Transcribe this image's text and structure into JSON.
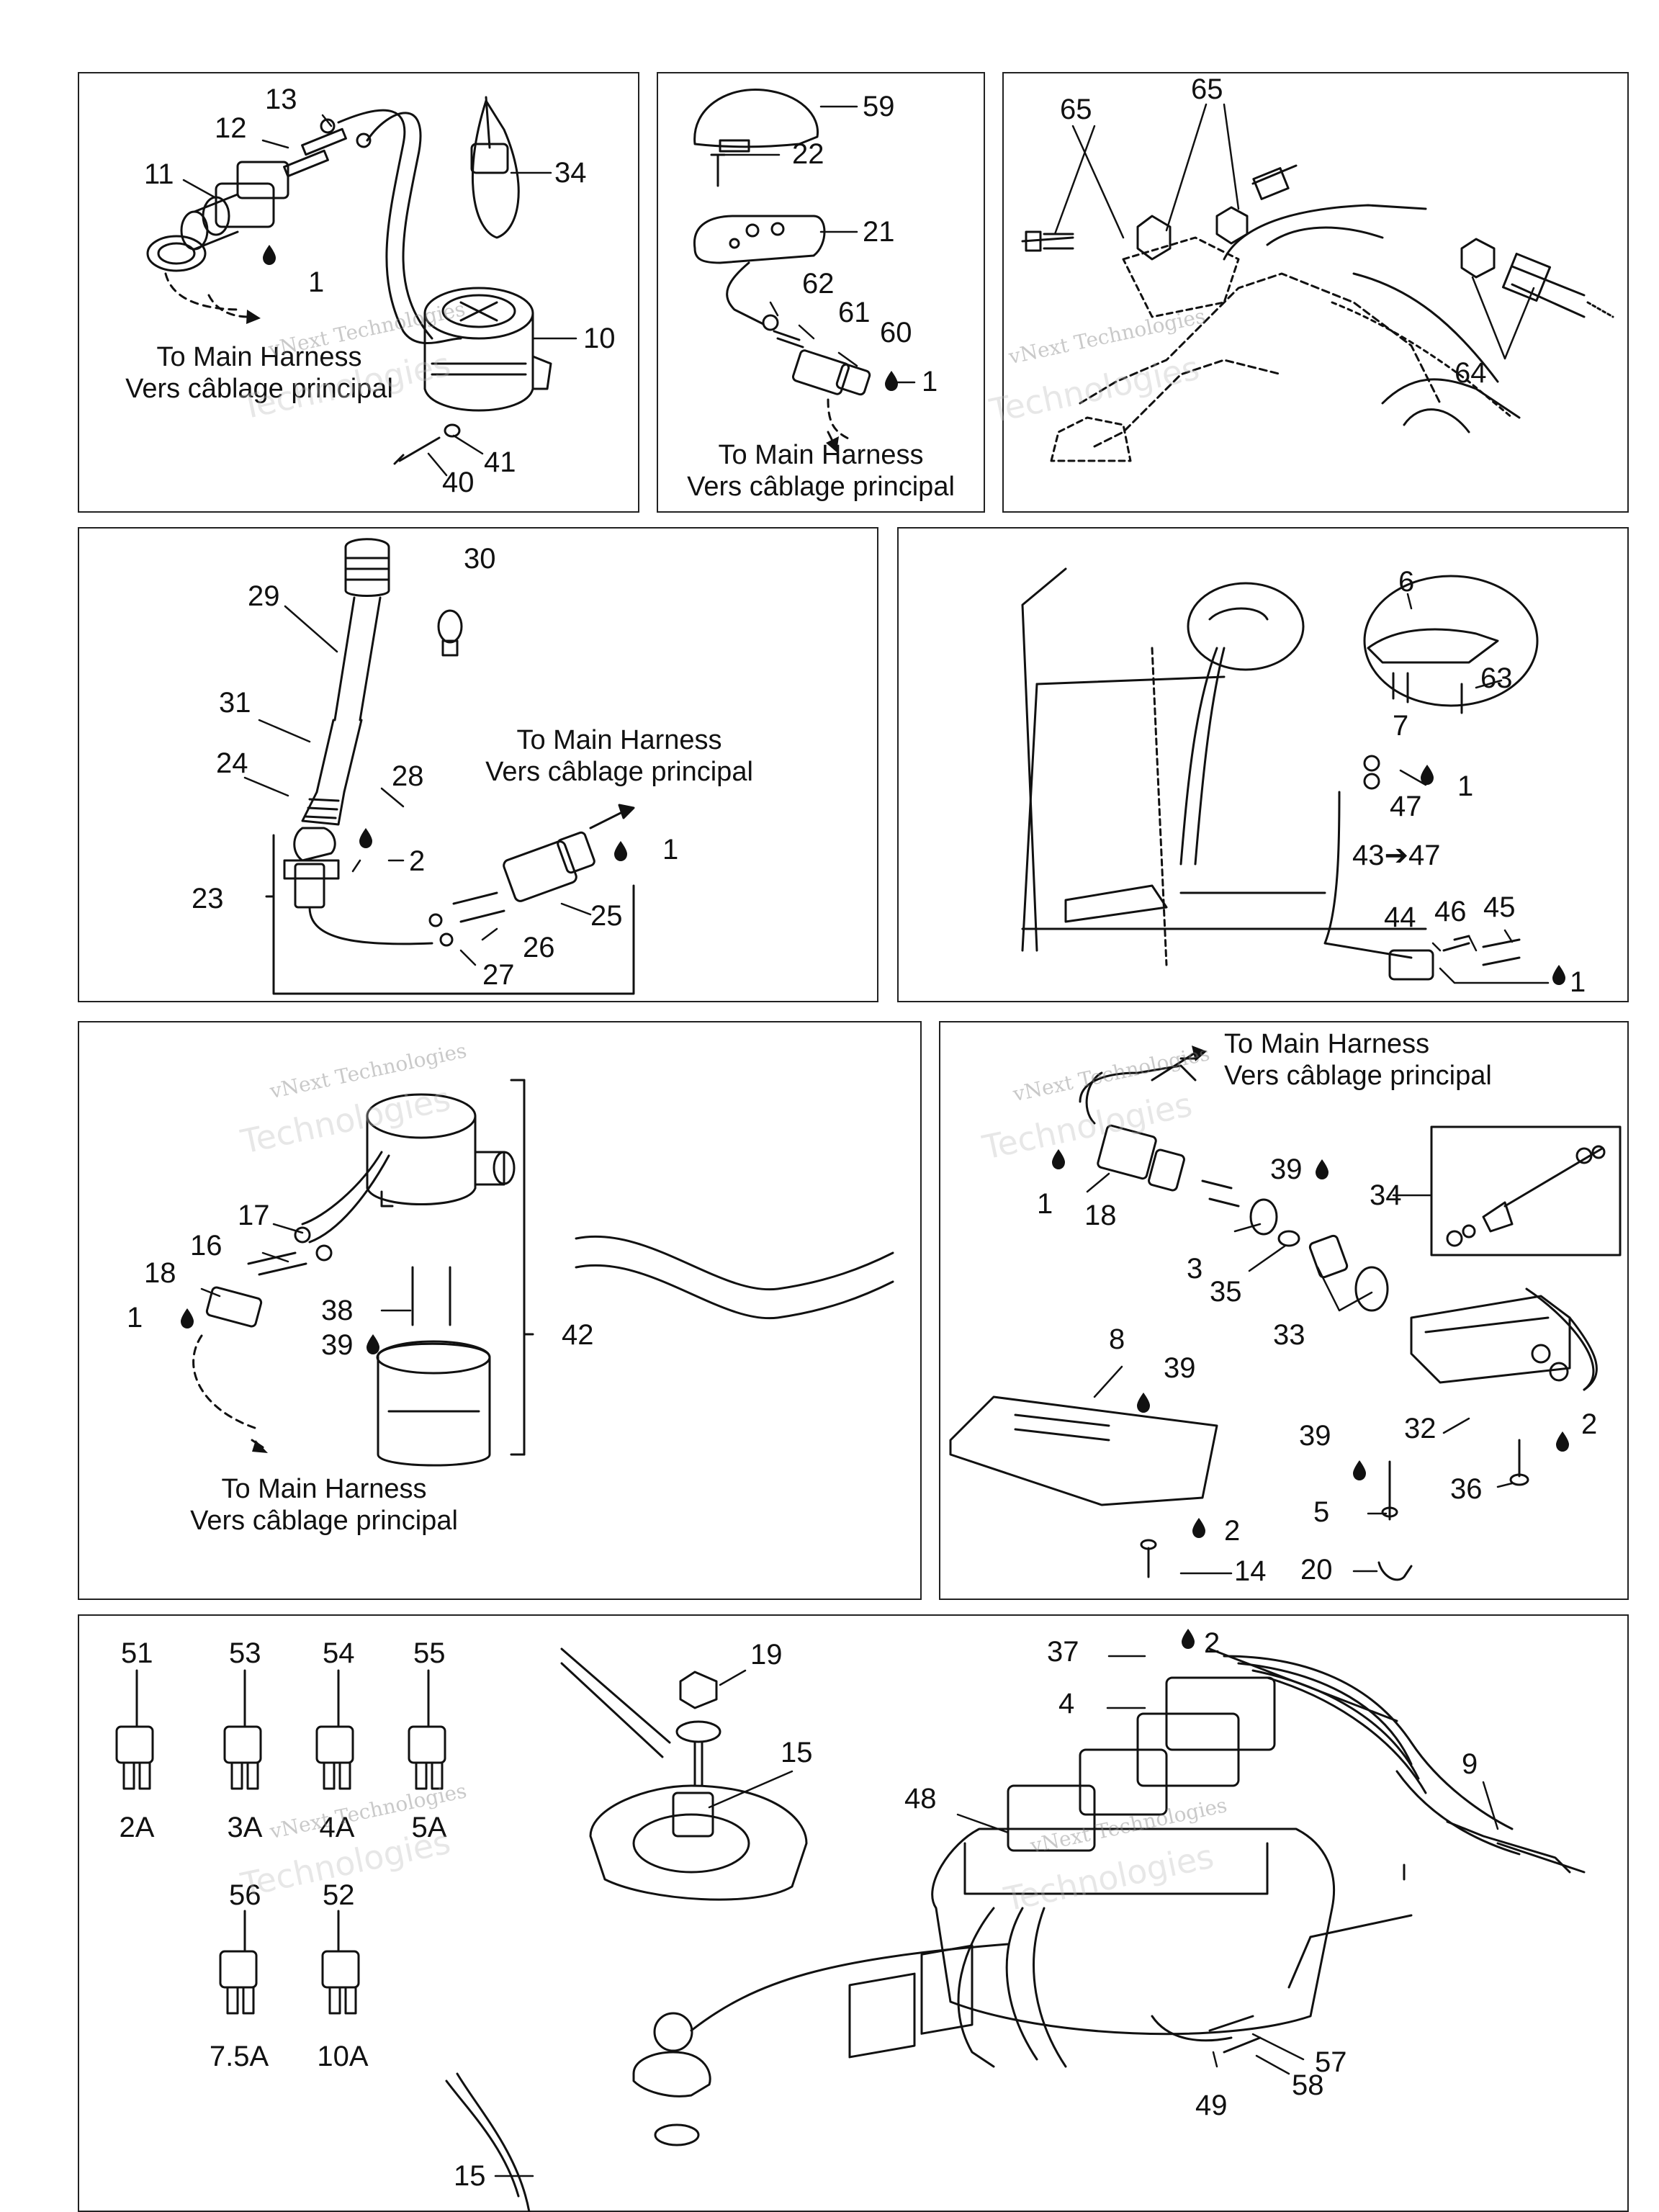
{
  "notes": {
    "to_main_harness_en": "To Main Harness",
    "to_main_harness_fr": "Vers câblage principal"
  },
  "watermark": {
    "line1": "vNext Technologies",
    "line2": "Technologies",
    "line3": "vNext"
  },
  "panel1": {
    "callouts": [
      "13",
      "12",
      "11",
      "1",
      "34",
      "10",
      "41",
      "40"
    ]
  },
  "panel2": {
    "callouts": [
      "59",
      "22",
      "21",
      "62",
      "61",
      "60",
      "1"
    ]
  },
  "panel3": {
    "callouts": [
      "65",
      "65",
      "64"
    ]
  },
  "panel4": {
    "callouts": [
      "30",
      "29",
      "31",
      "24",
      "28",
      "2",
      "1",
      "23",
      "25",
      "26",
      "27"
    ]
  },
  "panel5": {
    "callouts": [
      "6",
      "63",
      "7",
      "1",
      "47",
      "43➔47",
      "44",
      "46",
      "45",
      "1"
    ]
  },
  "panel6": {
    "callouts": [
      "17",
      "16",
      "18",
      "1",
      "38",
      "39",
      "42"
    ]
  },
  "panel7": {
    "callouts": [
      "1",
      "18",
      "39",
      "34",
      "3",
      "35",
      "33",
      "8",
      "39",
      "32",
      "2",
      "39",
      "36",
      "5",
      "2",
      "14",
      "20"
    ]
  },
  "panel8": {
    "fuses": [
      {
        "num": "51",
        "amp": "2A"
      },
      {
        "num": "53",
        "amp": "3A"
      },
      {
        "num": "54",
        "amp": "4A"
      },
      {
        "num": "55",
        "amp": "5A"
      },
      {
        "num": "56",
        "amp": "7.5A"
      },
      {
        "num": "52",
        "amp": "10A"
      }
    ],
    "callouts": [
      "19",
      "15",
      "37",
      "2",
      "4",
      "9",
      "48",
      "57",
      "58",
      "49",
      "15"
    ]
  }
}
